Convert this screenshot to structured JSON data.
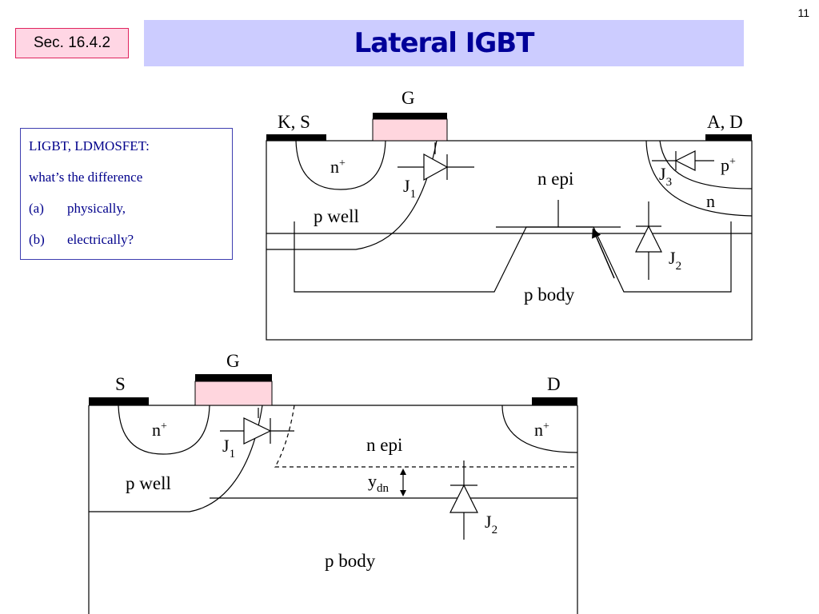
{
  "slide": {
    "page_number": "11",
    "section": "Sec. 16.4.2",
    "title": "Lateral IGBT"
  },
  "question": {
    "line1": "LIGBT, LDMOSFET:",
    "line2": "what’s the difference",
    "items": [
      {
        "enum": "(a)",
        "text": "physically,"
      },
      {
        "enum": "(b)",
        "text": "electrically?"
      }
    ]
  },
  "ligbt": {
    "terminal_left": "K, S",
    "gate": "G",
    "terminal_right": "A, D",
    "n_plus": "n",
    "n_plus_sup": "+",
    "p_plus": "p",
    "p_plus_sup": "+",
    "n_buffer": "n",
    "j1": "J",
    "j1_sub": "1",
    "j2": "J",
    "j2_sub": "2",
    "j3": "J",
    "j3_sub": "3",
    "n_epi": "n  epi",
    "p_well": "p  well",
    "p_body": "p  body"
  },
  "ldmos": {
    "terminal_left": "S",
    "gate": "G",
    "terminal_right": "D",
    "n_plus_left": "n",
    "n_plus_left_sup": "+",
    "n_plus_right": "n",
    "n_plus_right_sup": "+",
    "j1": "J",
    "j1_sub": "1",
    "j2": "J",
    "j2_sub": "2",
    "n_epi": "n  epi",
    "p_well": "p  well",
    "p_body": "p  body",
    "ydn": "y",
    "ydn_sub": "dn"
  }
}
